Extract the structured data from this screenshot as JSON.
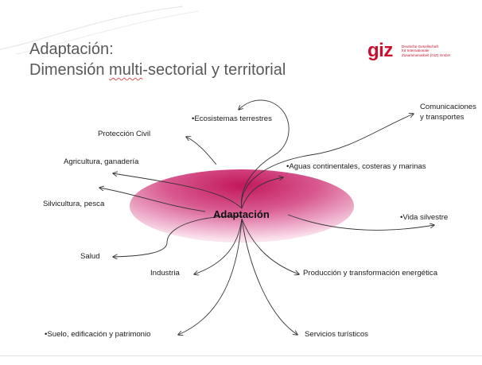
{
  "title": {
    "line1": "Adaptación:",
    "line2_pre": "Dimensión ",
    "line2_squiggle": "multi",
    "line2_post": "-sectorial y  territorial"
  },
  "logo": {
    "mark": "giz",
    "subtitle": "Deutsche Gesellschaft\nfür Internationale\nZusammenarbeit (GIZ) GmbH",
    "color": "#c8102e"
  },
  "center": {
    "label": "Adaptación",
    "color": "#c2185b"
  },
  "sectors": {
    "ecosistemas": "•Ecosistemas terrestres",
    "comunicaciones_1": "Comunicaciones",
    "comunicaciones_2": "y transportes",
    "proteccion": "Protección Civil",
    "agricultura": "Agricultura, ganadería",
    "aguas": "•Aguas continentales, costeras y marinas",
    "silvicultura": "Silvicultura, pesca",
    "vida": "•Vida silvestre",
    "salud": "Salud",
    "industria": "Industria",
    "produccion": "Producción y transformación energética",
    "suelo": "•Suelo, edificación y patrimonio",
    "servicios": "Servicios turísticos"
  }
}
